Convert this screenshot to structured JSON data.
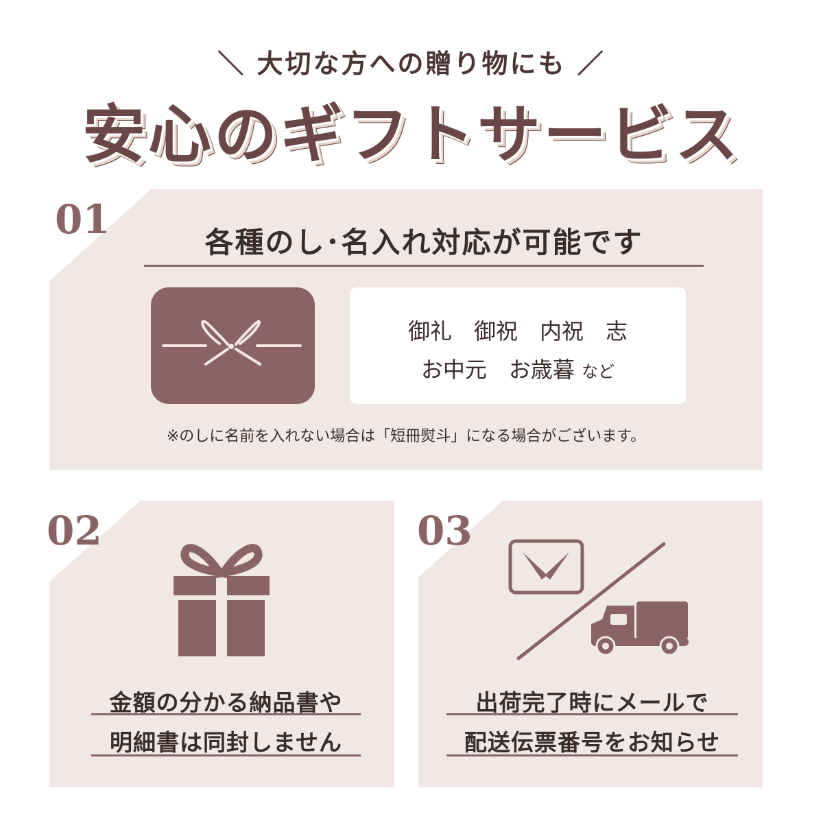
{
  "header": {
    "subtitle": "＼ 大切な方への贈り物にも ／",
    "title": "安心のギフトサービス"
  },
  "colors": {
    "accent": "#8a6464",
    "card_bg": "#f1e8e6",
    "title": "#6b4646"
  },
  "section1": {
    "number": "01",
    "heading": "各種のし･名入れ対応が可能です",
    "icon": "noshi-ribbon-icon",
    "line1": "御礼　御祝　内祝　志",
    "line2": "お中元　お歳暮",
    "line2_suffix": "など",
    "note": "※のしに名前を入れない場合は「短冊熨斗」になる場合がございます。"
  },
  "section2": {
    "number": "02",
    "icon": "gift-box-icon",
    "caption1": "金額の分かる納品書や",
    "caption2": "明細書は同封しません"
  },
  "section3": {
    "number": "03",
    "icon": "mail-truck-icon",
    "caption1": "出荷完了時にメールで",
    "caption2": "配送伝票番号をお知らせ"
  }
}
